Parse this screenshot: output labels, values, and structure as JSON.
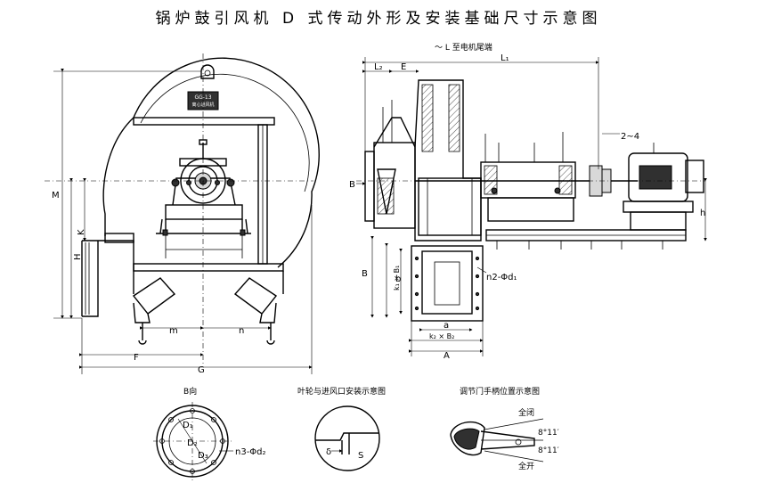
{
  "title": "锅炉鼓引风机 D 式传动外形及安装基础尺寸示意图",
  "nameplate": {
    "line1": "GG-13",
    "line2": "离心通风机"
  },
  "front_view": {
    "labels": {
      "M": "M",
      "H": "H",
      "K": "K",
      "m": "m",
      "n": "n",
      "F": "F",
      "G": "G"
    }
  },
  "side_view": {
    "labels": {
      "L_note": "～ L 至电机尾端",
      "L1": "L₁",
      "L2": "L₂",
      "E": "E",
      "gap": "2~4",
      "B_arrow": "B",
      "h": "h",
      "B_k1_B1": "B",
      "k1xB1": "k₁ × B₁",
      "b": "b",
      "n2": "n2-Φd₁",
      "a": "a",
      "k2xB2": "k₂ × B₂",
      "A": "A"
    }
  },
  "detail_b": {
    "caption": "B向",
    "D1": "D₁",
    "D2": "D₂",
    "D3": "D₃",
    "n3": "n3-Φd₂"
  },
  "detail_impeller": {
    "caption": "叶轮与进风口安装示意图",
    "delta": "δ",
    "S": "S"
  },
  "detail_handle": {
    "caption": "调节门手柄位置示意图",
    "closed": "全闭",
    "open": "全开",
    "angle1": "8°11′",
    "angle2": "8°11′"
  }
}
